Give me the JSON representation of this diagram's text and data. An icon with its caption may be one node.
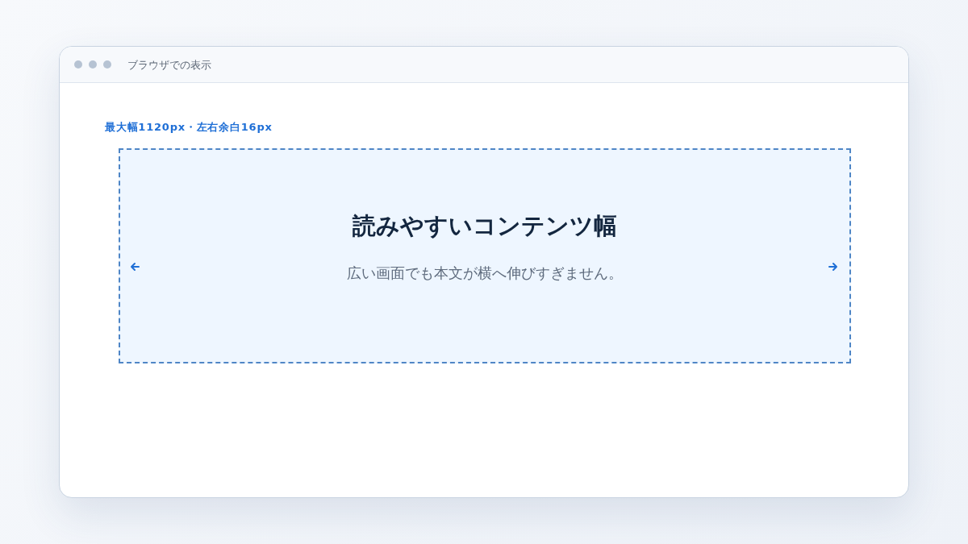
{
  "diagram": {
    "nodes": [
      {
        "text": [
          "ブラウザでの表示"
        ]
      },
      {
        "text": [
          "読みやすいコンテンツ幅",
          "広い画面でも本文が横へ伸びすぎません。"
        ],
        "in": 0,
        "beside": [
          "最大幅1120px・左右余白16px"
        ]
      }
    ]
  }
}
